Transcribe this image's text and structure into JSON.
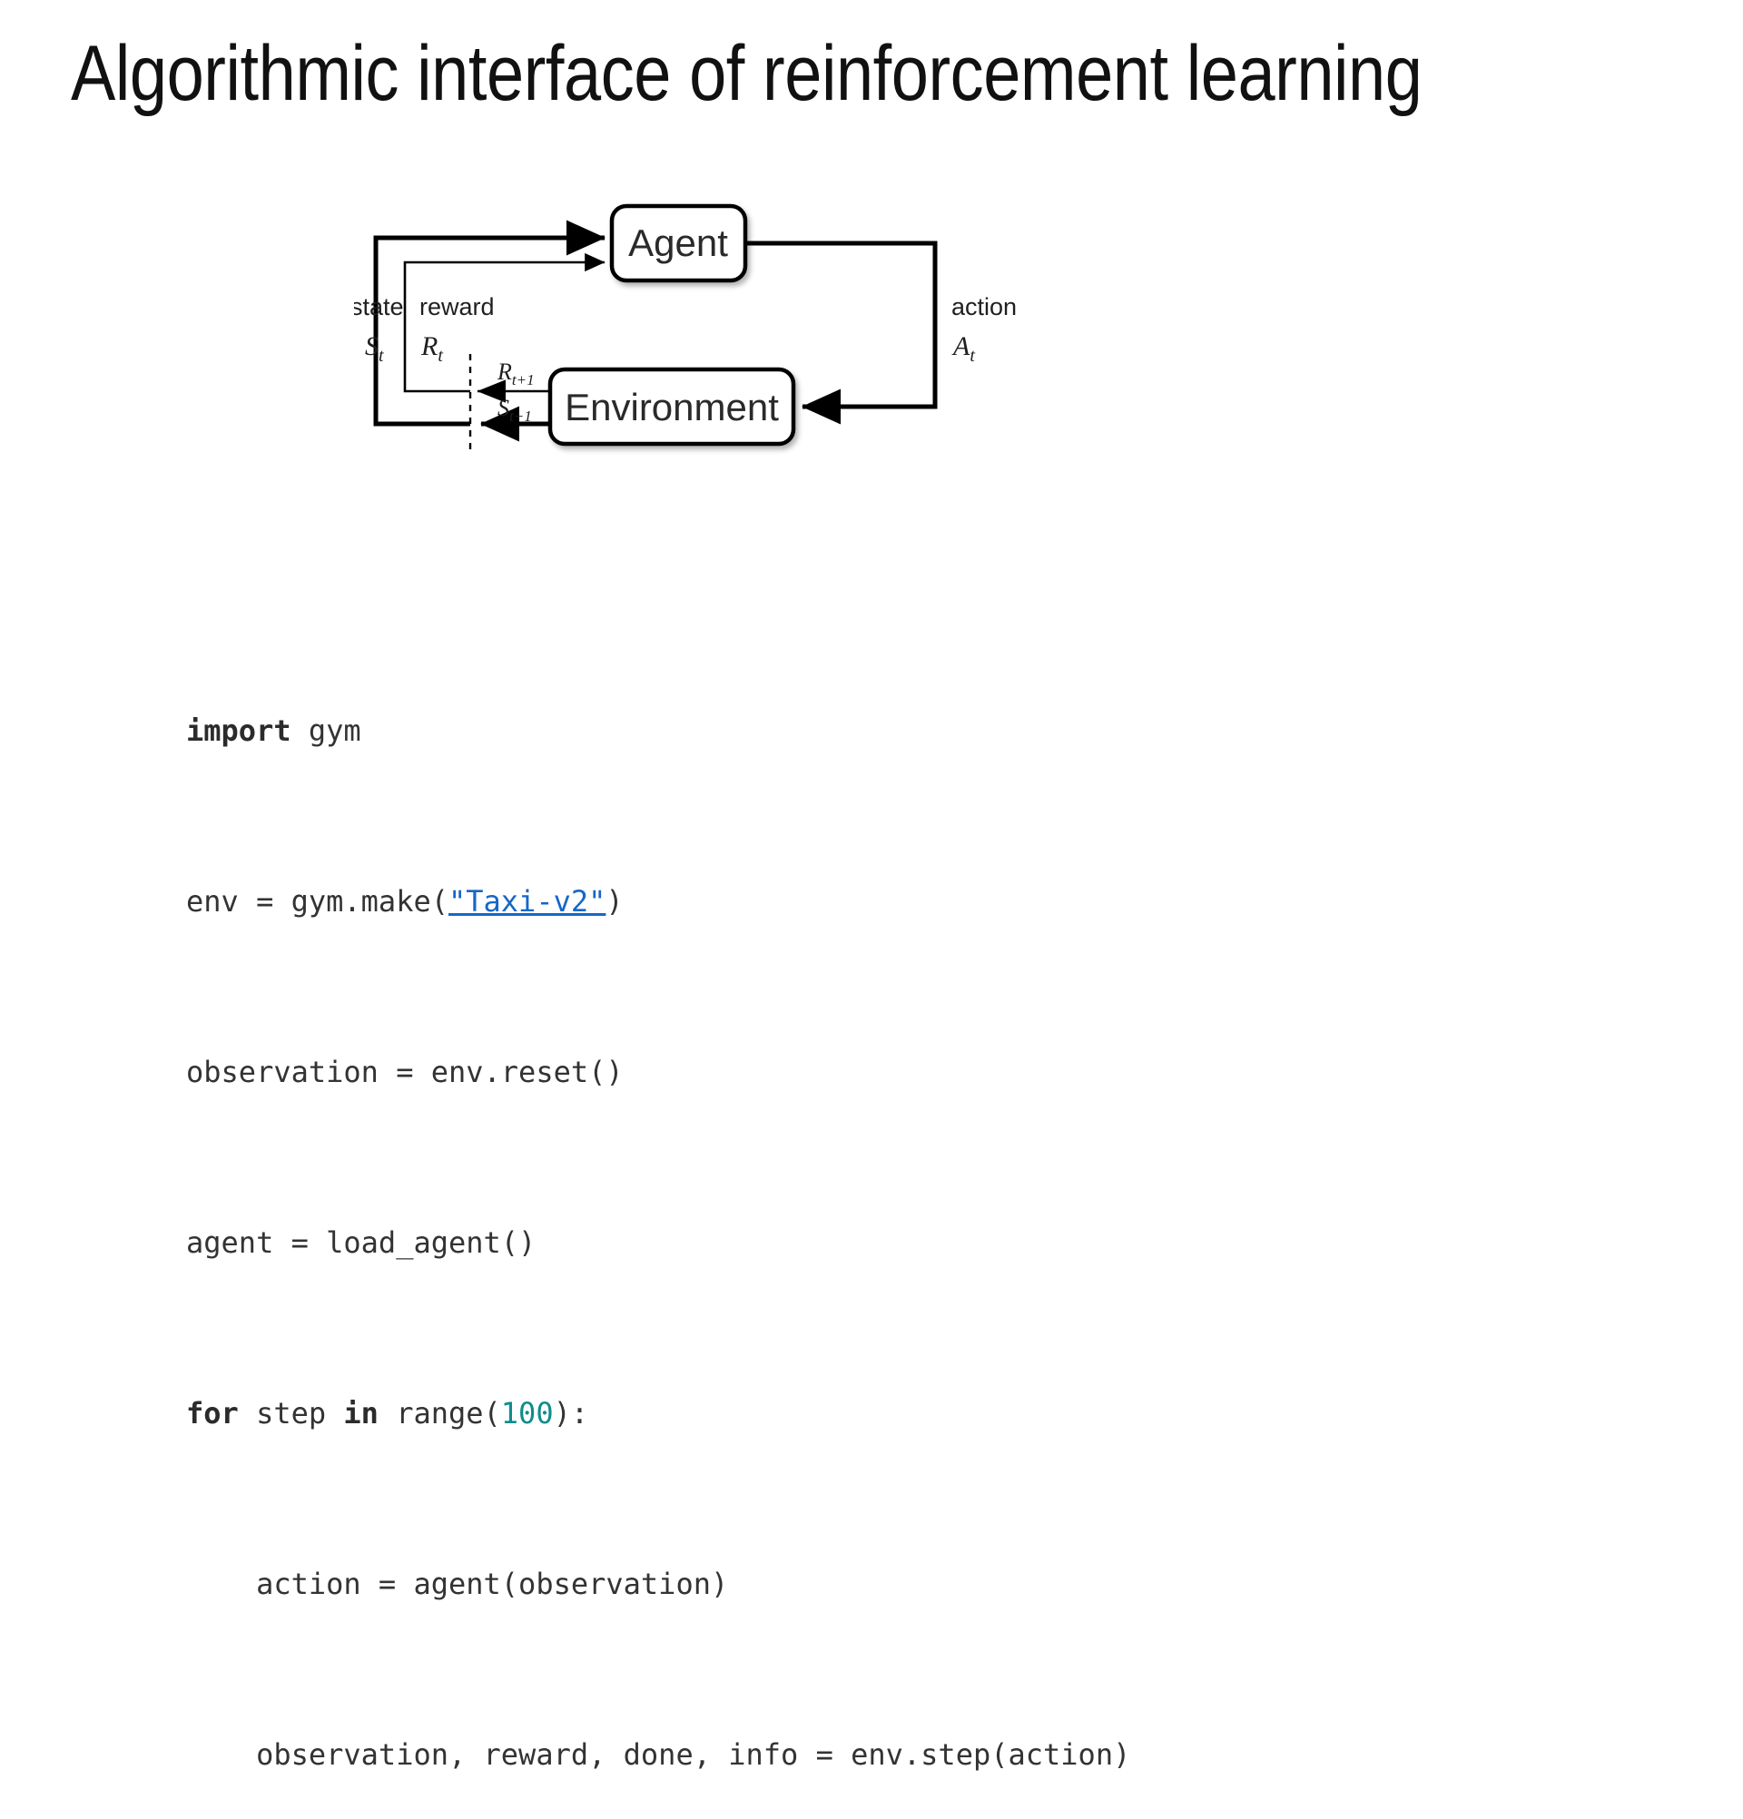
{
  "slide": {
    "title": "Algorithmic interface of reinforcement learning",
    "background_color": "#ffffff",
    "text_color": "#111111"
  },
  "diagram": {
    "name": "agent-environment-interaction-loop",
    "type": "block-diagram",
    "nodes": [
      {
        "id": "agent",
        "label": "Agent"
      },
      {
        "id": "environment",
        "label": "Environment"
      }
    ],
    "edge_labels": [
      {
        "id": "state",
        "text": "state",
        "symbol": "S",
        "subscript": "t"
      },
      {
        "id": "reward",
        "text": "reward",
        "symbol": "R",
        "subscript": "t"
      },
      {
        "id": "action",
        "text": "action",
        "symbol": "A",
        "subscript": "t"
      },
      {
        "id": "next-reward",
        "text": "",
        "symbol": "R",
        "subscript": "t+1"
      },
      {
        "id": "next-state",
        "text": "",
        "symbol": "S",
        "subscript": "t+1"
      }
    ],
    "stroke_color": "#000000",
    "fill_color": "#ffffff"
  },
  "code": {
    "language": "python",
    "keyword_color": "#2b2b2b",
    "number_color": "#0e8c8c",
    "link_color": "#1667c8",
    "text_color": "#333333",
    "lines": [
      {
        "index": 0,
        "text": "import gym"
      },
      {
        "index": 1,
        "text": "env = gym.make(\"Taxi-v2\")"
      },
      {
        "index": 2,
        "text": "observation = env.reset()"
      },
      {
        "index": 3,
        "text": "agent = load_agent()"
      },
      {
        "index": 4,
        "text": "for step in range(100):"
      },
      {
        "index": 5,
        "text": "    action = agent(observation)"
      },
      {
        "index": 6,
        "text": "    observation, reward, done, info = env.step(action)"
      }
    ],
    "tokens": {
      "import": "import",
      "gym_module": " gym",
      "env_assign": "env = gym.make(",
      "taxi_literal": "\"Taxi-v2\"",
      "close_paren": ")",
      "reset_line": "observation = env.reset()",
      "agent_line": "agent = load_agent()",
      "for_kw": "for",
      "step_var": " step ",
      "in_kw": "in",
      "range_open": " range(",
      "range_num": "100",
      "range_close": "):",
      "action_line": "    action = agent(observation)",
      "step_line": "    observation, reward, done, info = env.step(action)"
    }
  }
}
